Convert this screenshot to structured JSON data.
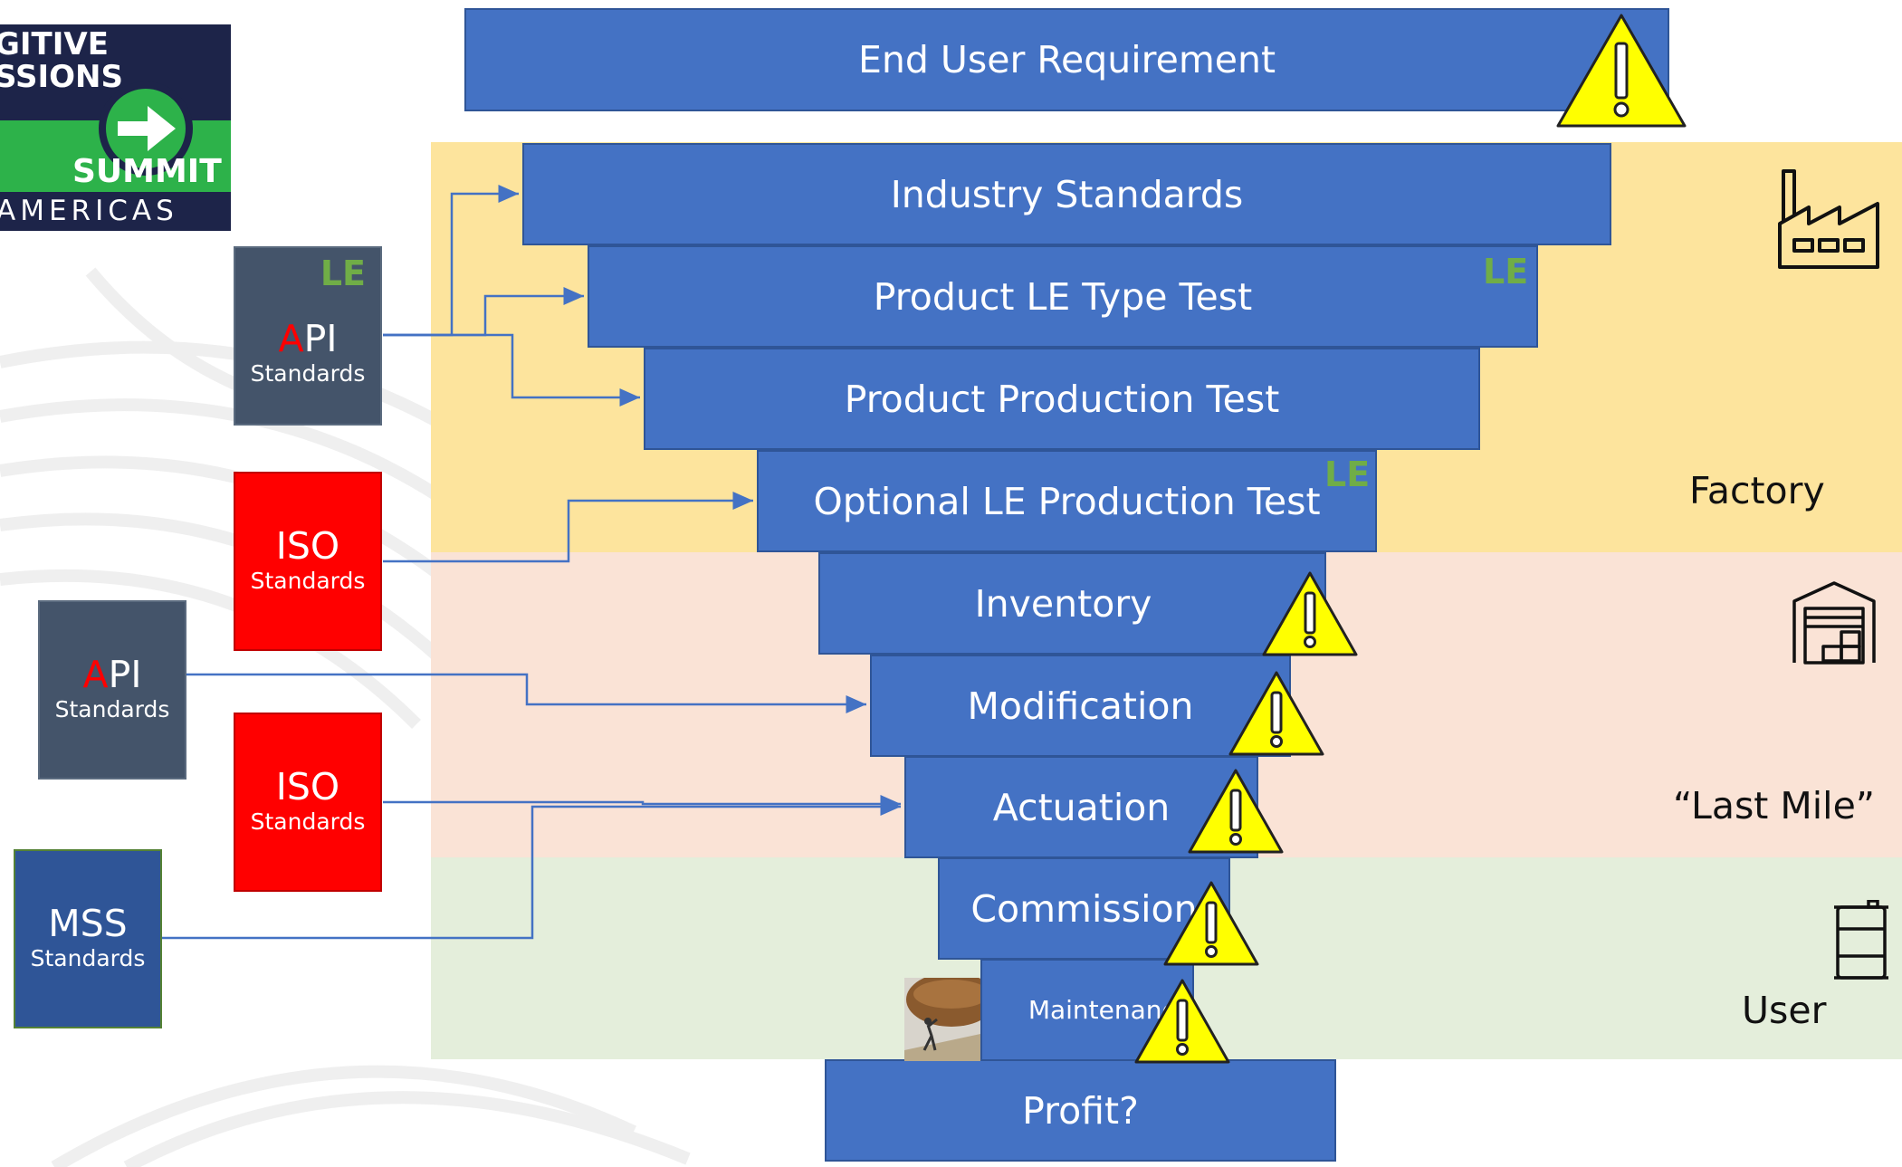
{
  "logo": {
    "line1": "GITIVE",
    "line2": "SSIONS",
    "line3": "SUMMIT",
    "line4": "AMERICAS"
  },
  "funnel": {
    "end_user": "End User Requirement",
    "industry": "Industry Standards",
    "type_test": "Product LE Type Test",
    "production_test": "Product Production Test",
    "optional_test": "Optional LE Production Test",
    "inventory": "Inventory",
    "modification": "Modification",
    "actuation": "Actuation",
    "commission": "Commission",
    "maintenance": "Maintenance",
    "profit": "Profit?"
  },
  "le_marks": {
    "api": "LE",
    "type_test": "LE",
    "optional": "LE"
  },
  "zones": {
    "factory": "Factory",
    "last_mile": "“Last Mile”",
    "user": "User"
  },
  "standards": {
    "api1_a": "A",
    "api1_pi": "PI",
    "api1_sub": "Standards",
    "iso1_main": "ISO",
    "iso1_sub": "Standards",
    "api2_a": "A",
    "api2_pi": "PI",
    "api2_sub": "Standards",
    "iso2_main": "ISO",
    "iso2_sub": "Standards",
    "mss_main": "MSS",
    "mss_sub": "Standards"
  },
  "icons": [
    "factory-icon",
    "warehouse-icon",
    "oil-barrel-icon",
    "warning-icon",
    "pushing-boulder-image"
  ],
  "colors": {
    "bar": "#4472c4",
    "factory_zone": "#fde49d",
    "last_mile_zone": "#fae3d6",
    "user_zone": "#e4eedb",
    "le_green": "#70ad47",
    "iso_red": "#ff0000",
    "api_slate": "#44546a",
    "mss_blue": "#2f5597",
    "warning_yellow": "#ffff00"
  }
}
